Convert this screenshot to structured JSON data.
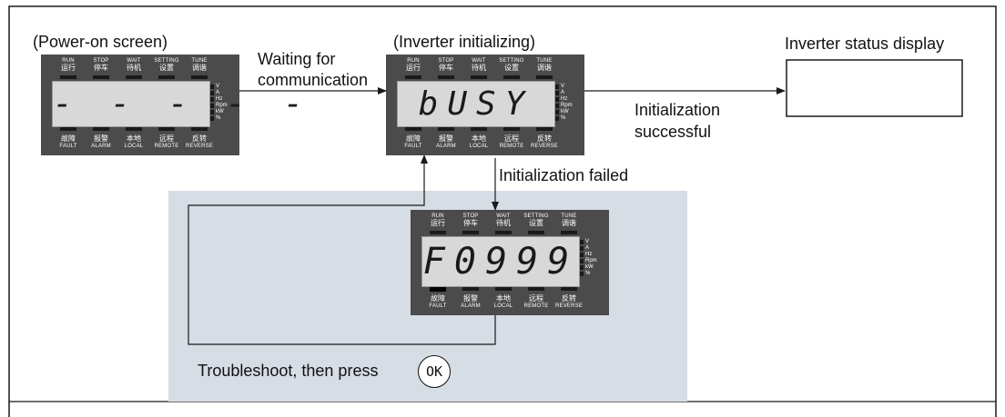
{
  "labels": {
    "power_on_screen": "(Power-on screen)",
    "waiting_for_communication_line1": "Waiting for",
    "waiting_for_communication_line2": "communication",
    "inverter_initializing": "(Inverter initializing)",
    "inverter_status_display": "Inverter status display",
    "initialization_successful_line1": "Initialization",
    "initialization_successful_line2": "successful",
    "initialization_failed": "Initialization failed",
    "troubleshoot": "Troubleshoot, then press",
    "ok_button": "OK"
  },
  "panel_top_indicators": [
    {
      "en": "RUN",
      "cn": "运行"
    },
    {
      "en": "STOP",
      "cn": "停车"
    },
    {
      "en": "WAIT",
      "cn": "待机"
    },
    {
      "en": "SETTING",
      "cn": "设置"
    },
    {
      "en": "TUNE",
      "cn": "调谐"
    }
  ],
  "panel_bottom_indicators": [
    {
      "cn": "故障",
      "en": "FAULT"
    },
    {
      "cn": "报警",
      "en": "ALARM"
    },
    {
      "cn": "本地",
      "en": "LOCAL"
    },
    {
      "cn": "远程",
      "en": "REMOTE"
    },
    {
      "cn": "反转",
      "en": "REVERSE"
    }
  ],
  "units": [
    "V",
    "A",
    "Hz",
    "Rpm",
    "kW",
    "%"
  ],
  "displays": {
    "power_on": "- - - - -",
    "initializing": "bUSY",
    "failed": "F0999"
  },
  "colors": {
    "panel": "#4b4b4b",
    "lcd": "#d8d8d8",
    "failure_region": "#d6dde4",
    "line": "#1a1a1a"
  }
}
